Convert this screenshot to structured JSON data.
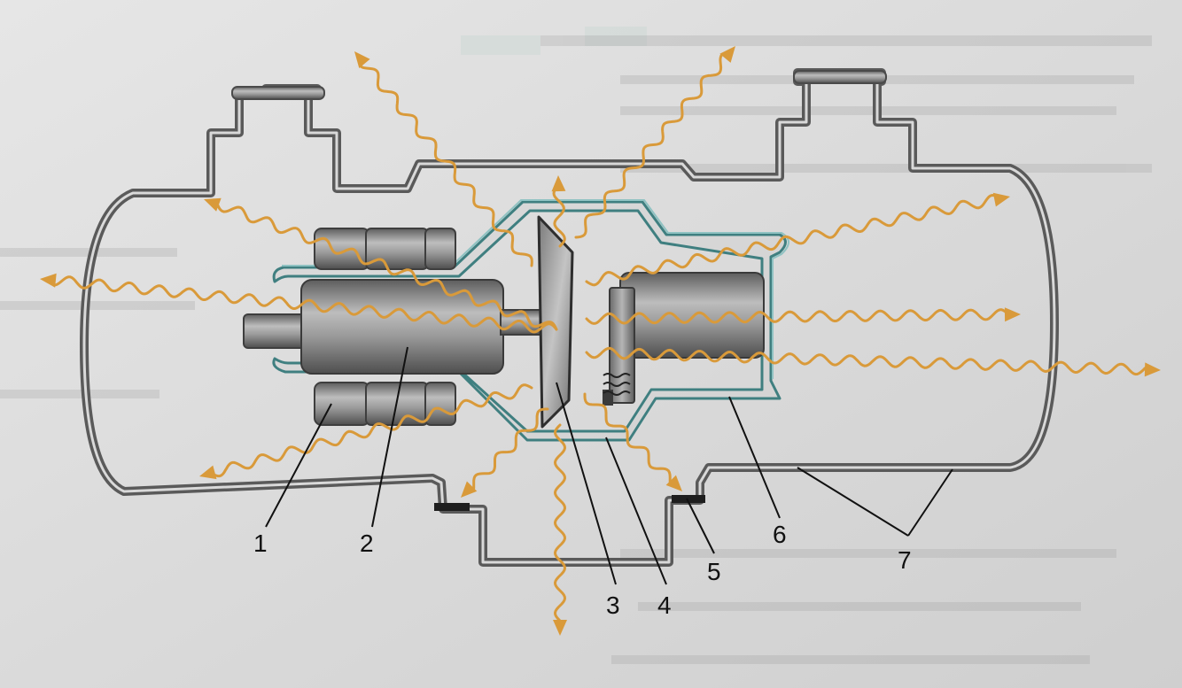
{
  "diagram": {
    "callouts": [
      {
        "id": "1",
        "label": "1"
      },
      {
        "id": "2",
        "label": "2"
      },
      {
        "id": "3",
        "label": "3"
      },
      {
        "id": "4",
        "label": "4"
      },
      {
        "id": "5",
        "label": "5"
      },
      {
        "id": "6",
        "label": "6"
      },
      {
        "id": "7",
        "label": "7"
      }
    ]
  },
  "colors": {
    "background": "#dcdcdc",
    "housing_stroke": "#5a5a5a",
    "envelope_stroke": "#6fa7a8",
    "radiation": "#d99a3a",
    "metal": "#8a8a8a"
  }
}
